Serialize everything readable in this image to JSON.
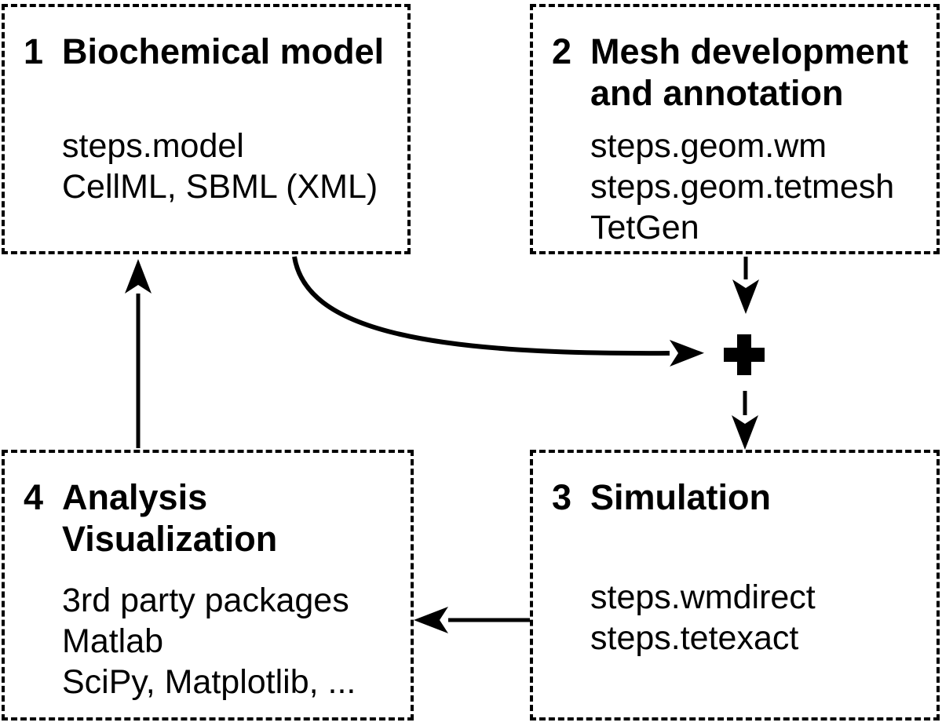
{
  "figure": {
    "background_color": "#ffffff",
    "line_color": "#000000",
    "description": "Workflow diagram with four dashed boxes connected by arrows joined at a plus symbol"
  },
  "icons": {
    "plus": "+"
  },
  "boxes": [
    {
      "number": "1",
      "title_lines": [
        "Biochemical model"
      ],
      "items": [
        "steps.model",
        "CellML, SBML (XML)"
      ]
    },
    {
      "number": "2",
      "title_lines": [
        "Mesh development",
        "and annotation"
      ],
      "items": [
        "steps.geom.wm",
        "steps.geom.tetmesh",
        "TetGen"
      ]
    },
    {
      "number": "3",
      "title_lines": [
        "Simulation"
      ],
      "items": [
        "steps.wmdirect",
        "steps.tetexact"
      ]
    },
    {
      "number": "4",
      "title_lines": [
        "Analysis",
        "Visualization"
      ],
      "items": [
        "3rd party packages",
        "Matlab",
        "SciPy, Matplotlib, ..."
      ]
    }
  ]
}
